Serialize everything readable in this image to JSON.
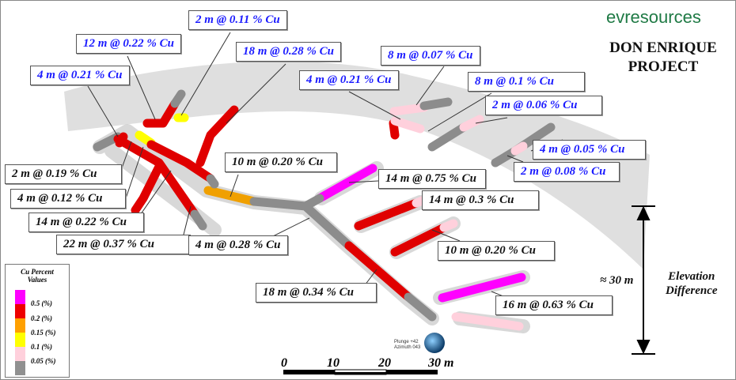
{
  "brand": "evresources",
  "title": {
    "line1": "DON ENRIQUE",
    "line2": "PROJECT"
  },
  "intercepts_blue": [
    "2 m @ 0.11 % Cu",
    "12 m @ 0.22 % Cu",
    "4 m @ 0.21 % Cu",
    "18 m @ 0.28 % Cu",
    "8 m @ 0.07 % Cu",
    "4 m @ 0.21 % Cu",
    "8 m @ 0.1 % Cu",
    "2 m @ 0.06 % Cu",
    "4 m @ 0.05 % Cu",
    "2 m @ 0.08 % Cu"
  ],
  "intercepts_black": [
    "2 m @ 0.19 % Cu",
    "4 m @ 0.12 % Cu",
    "14 m @ 0.22 % Cu",
    "22 m @ 0.37 % Cu",
    "10 m @ 0.20 % Cu",
    "14 m @ 0.75 % Cu",
    "14 m @ 0.3 % Cu",
    "4 m @ 0.28 % Cu",
    "10 m @ 0.20 % Cu",
    "18 m @ 0.34 % Cu",
    "16 m @ 0.63 % Cu"
  ],
  "legend": {
    "title1": "Cu Percent",
    "title2": "Values",
    "items": [
      {
        "label": "0.5 (%)",
        "color": "#ff00ff"
      },
      {
        "label": "0.2 (%)",
        "color": "#ee0000"
      },
      {
        "label": "0.15 (%)",
        "color": "#ffa000"
      },
      {
        "label": "0.1 (%)",
        "color": "#ffff00"
      },
      {
        "label": "0.05 (%)",
        "color": "#ffd0dc"
      },
      {
        "label": "",
        "color": "#909090"
      }
    ]
  },
  "elevation": {
    "value": "≈ 30 m",
    "label1": "Elevation",
    "label2": "Difference"
  },
  "scale": {
    "ticks": [
      "0",
      "10",
      "20",
      "30 m"
    ]
  },
  "orientation": {
    "plunge": "Plunge +42",
    "azimuth": "Azimuth 043"
  }
}
